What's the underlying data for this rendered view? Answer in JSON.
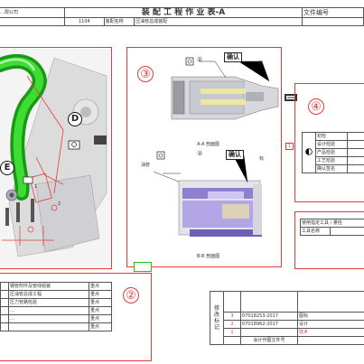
{
  "header": {
    "company": "…限公司",
    "title": "装 配 工 程 作 业 表-A",
    "file_label": "文件编号",
    "row2_num": "1104",
    "row2_label": "装配名称",
    "row2_value": "压油管总成装配"
  },
  "panels": {
    "p2": "②",
    "p3": "③",
    "p4": "④"
  },
  "center": {
    "confirm1": "确认",
    "confirm2": "确认",
    "mark1": "①",
    "mark2": "②",
    "note1": "标",
    "note2": "标",
    "section_aa": "A-A  剖面图",
    "section_bb": "B-B  剖面图",
    "pipe_label": "油管"
  },
  "left_image": {
    "letter_d": "D",
    "letter_e": "E",
    "num_1": "1",
    "num_2": "2"
  },
  "right_table": {
    "rows": [
      "初检",
      "设计检验",
      "产品检验",
      "工艺检验",
      "确认签名"
    ]
  },
  "tool_table": {
    "title": "使用指定工具 / 量检",
    "row": "工具名称"
  },
  "right_side_num": "1",
  "bottom_left_rows": [
    {
      "desc": "钢管附件及管线组装",
      "status": "重点"
    },
    {
      "desc": "压油管总成工程",
      "status": "重点"
    },
    {
      "desc": "压力管路检验",
      "status": "重点"
    },
    {
      "desc": "…",
      "status": "重点"
    },
    {
      "desc": "…",
      "status": "重点"
    },
    {
      "desc": "",
      "status": "重点"
    }
  ],
  "bottom_right": {
    "rows": [
      {
        "n": "3",
        "code": "07018253-2017",
        "name": "图标"
      },
      {
        "n": "2",
        "code": "07018962-2017",
        "name": "设计"
      },
      {
        "n": "1",
        "code": "",
        "name": "技术"
      }
    ],
    "footer": "会计作图文件号",
    "side_label": "修 改 标 记"
  },
  "colors": {
    "border_red": "#e23b3b",
    "pipe_green": "#25c21b",
    "part_purple": "#8a6fc9"
  }
}
